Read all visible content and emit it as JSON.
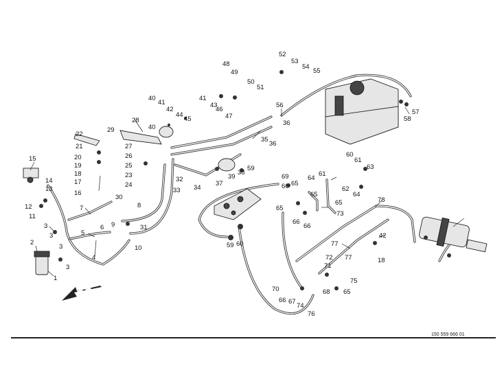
{
  "document_number": "150 559 666 01",
  "callouts": [
    "1",
    "2",
    "3",
    "3",
    "3",
    "3",
    "4",
    "5",
    "6",
    "7",
    "8",
    "9",
    "10",
    "11",
    "12",
    "13",
    "14",
    "15",
    "16",
    "17",
    "18",
    "19",
    "20",
    "21",
    "22",
    "23",
    "24",
    "25",
    "26",
    "27",
    "28",
    "29",
    "30",
    "31",
    "32",
    "33",
    "34",
    "35",
    "36",
    "36",
    "37",
    "38",
    "39",
    "40",
    "40",
    "41",
    "41",
    "42",
    "43",
    "44",
    "45",
    "46",
    "47",
    "48",
    "49",
    "50",
    "51",
    "52",
    "53",
    "54",
    "55",
    "56",
    "57",
    "58",
    "59",
    "59",
    "60",
    "60",
    "61",
    "61",
    "62",
    "63",
    "64",
    "64",
    "65",
    "65",
    "65",
    "65",
    "65",
    "66",
    "66",
    "66",
    "66",
    "67",
    "68",
    "69",
    "70",
    "71",
    "72",
    "73",
    "74",
    "75",
    "76",
    "77",
    "77",
    "78",
    "42",
    "18"
  ],
  "icons": [
    "direction-arrow-icon",
    "oil-tank-icon",
    "filter-icon",
    "valve-block-icon",
    "cylinder-icon"
  ]
}
